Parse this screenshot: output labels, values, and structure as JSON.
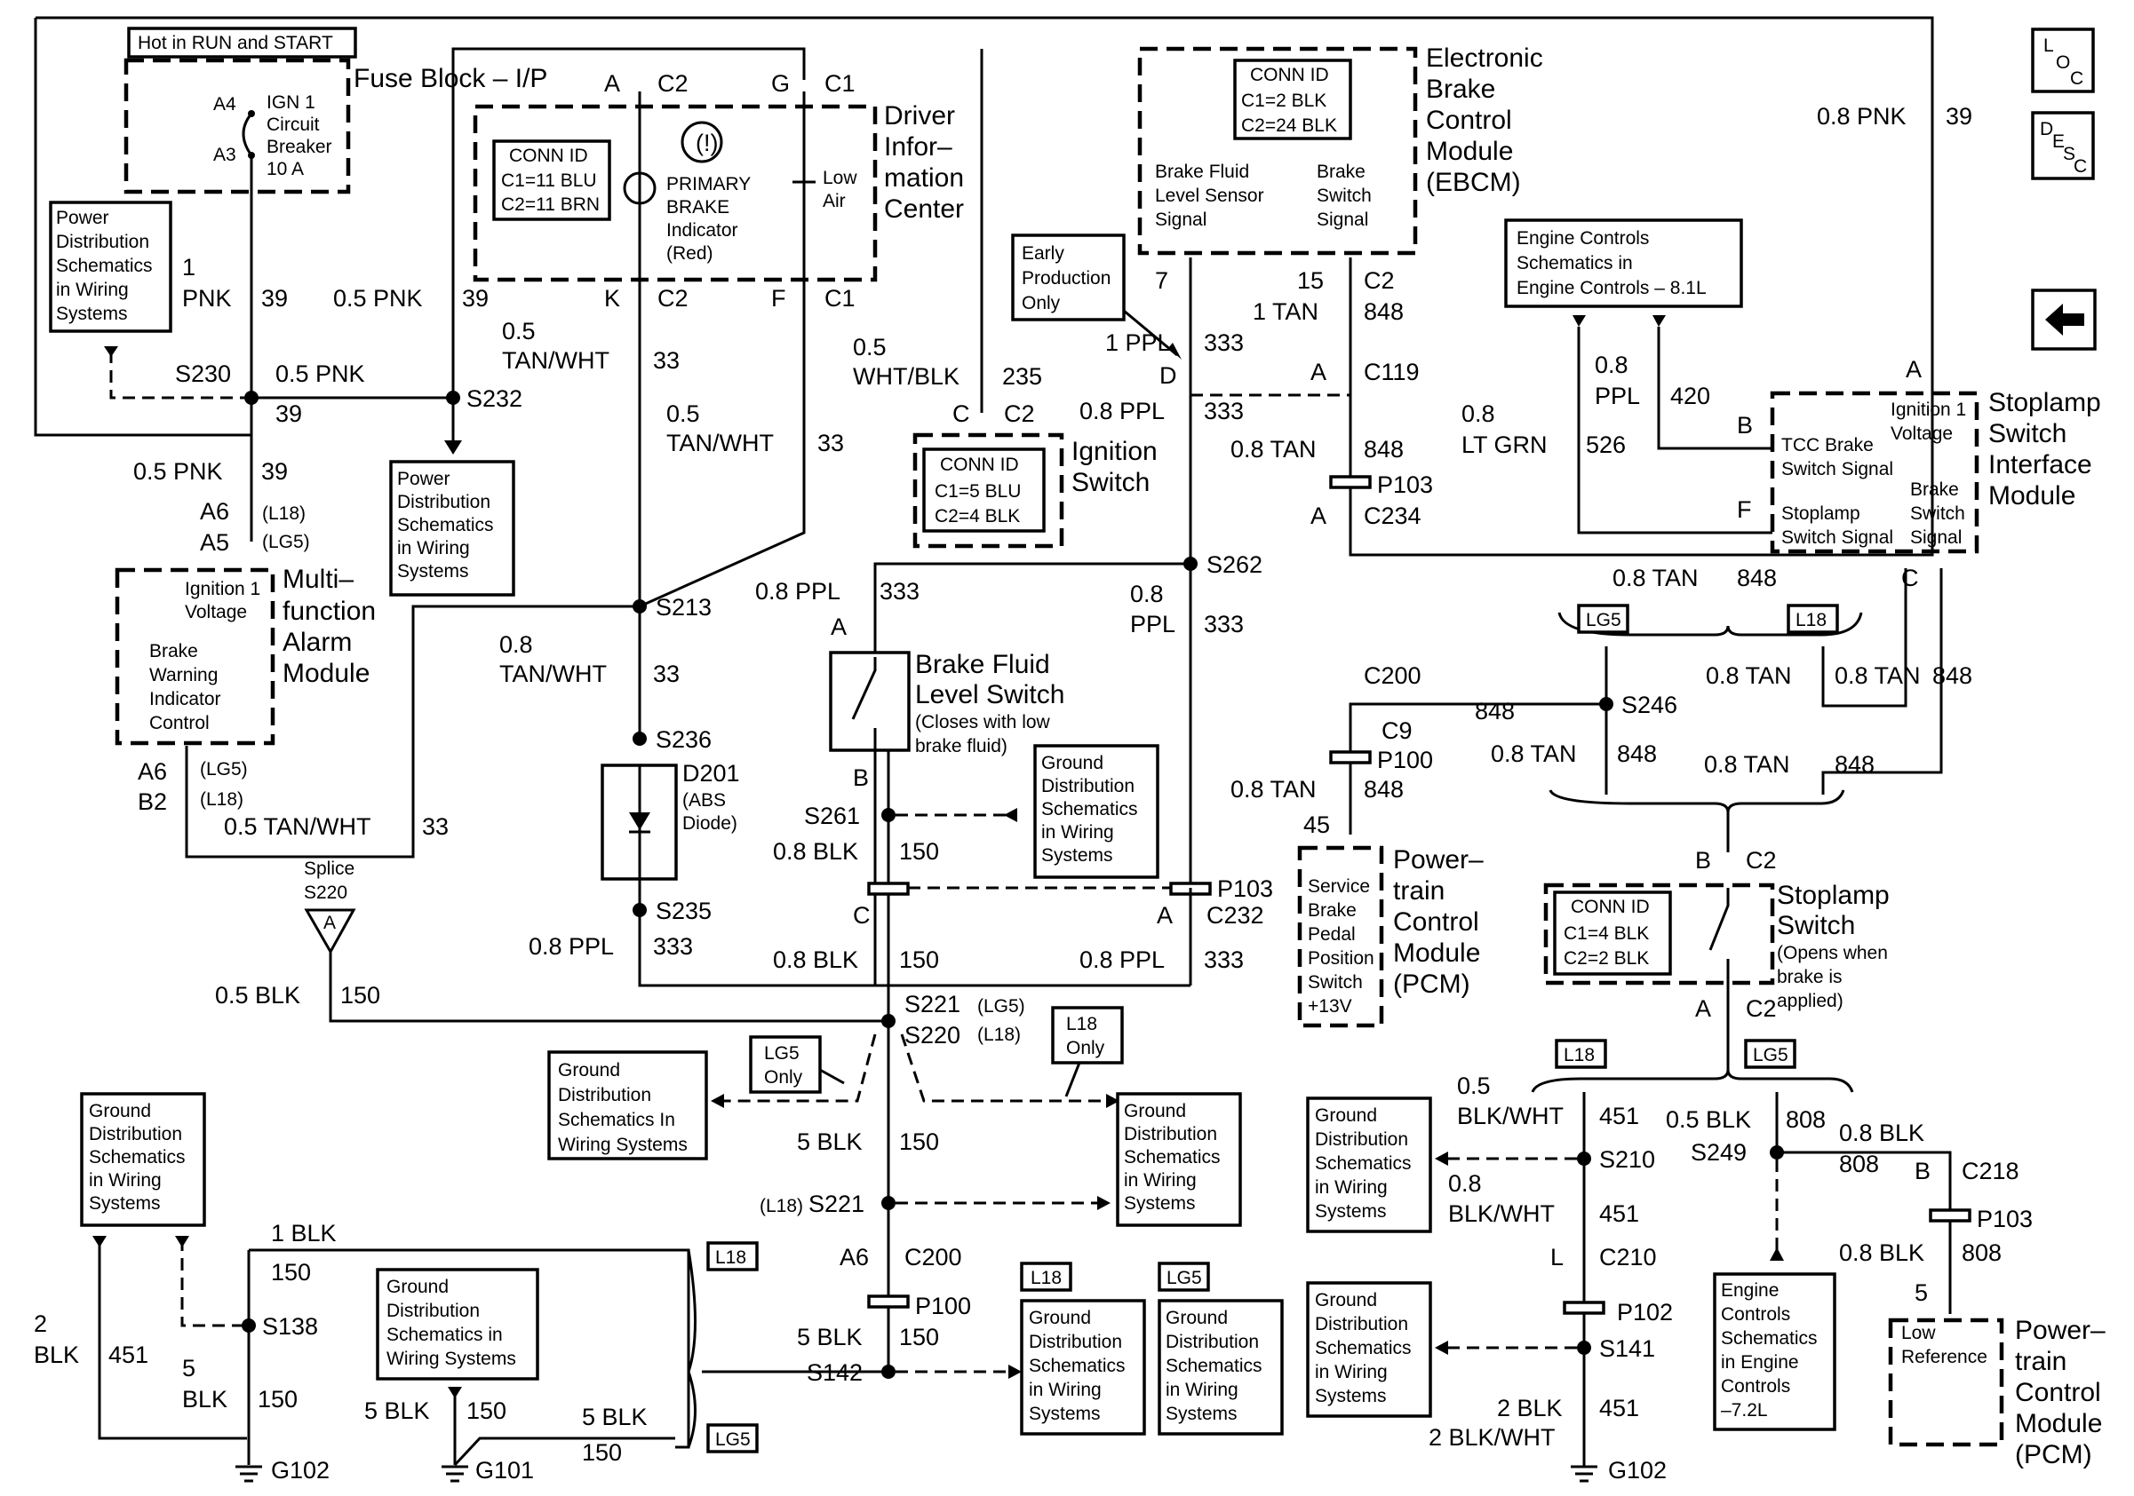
{
  "modules": {
    "fuse_block": {
      "label": "Fuse Block – I/P",
      "hot": "Hot in RUN and START",
      "breaker": [
        "IGN 1",
        "Circuit",
        "Breaker",
        "10 A"
      ],
      "pins": [
        "A4",
        "A3"
      ]
    },
    "dic": {
      "label": [
        "Driver",
        "Infor–",
        "mation",
        "Center"
      ],
      "conn_id": [
        "CONN ID",
        "C1=11 BLU",
        "C2=11 BRN"
      ],
      "indicator": [
        "PRIMARY",
        "BRAKE",
        "Indicator",
        "(Red)"
      ],
      "low_air": [
        "Low",
        "Air"
      ],
      "symbol": "(!)"
    },
    "ebcm": {
      "label": [
        "Electronic",
        "Brake",
        "Control",
        "Module",
        "(EBCM)"
      ],
      "conn_id": [
        "CONN ID",
        "C1=2 BLK",
        "C2=24 BLK"
      ],
      "fluid_signal": [
        "Brake Fluid",
        "Level Sensor",
        "Signal"
      ],
      "switch_signal": [
        "Brake",
        "Switch",
        "Signal"
      ]
    },
    "ignition_switch": {
      "label": [
        "Ignition",
        "Switch"
      ],
      "conn_id": [
        "CONN ID",
        "C1=5 BLU",
        "C2=4 BLK"
      ]
    },
    "stoplamp_interface": {
      "label": [
        "Stoplamp",
        "Switch",
        "Interface",
        "Module"
      ],
      "ign": [
        "Ignition 1",
        "Voltage"
      ],
      "tcc": [
        "TCC Brake",
        "Switch Signal"
      ],
      "stop": [
        "Stoplamp",
        "Switch Signal"
      ],
      "brake": [
        "Brake",
        "Switch",
        "Signal"
      ]
    },
    "mfam": {
      "label": [
        "Multi–",
        "function",
        "Alarm",
        "Module"
      ],
      "ign": [
        "Ignition 1",
        "Voltage"
      ],
      "brake": [
        "Brake",
        "Warning",
        "Indicator",
        "Control"
      ]
    },
    "bfl_switch": {
      "label": [
        "Brake Fluid",
        "Level Switch"
      ],
      "note": [
        "(Closes with low",
        "brake fluid)"
      ]
    },
    "abs_diode": {
      "id": "D201",
      "label": [
        "(ABS",
        "Diode)"
      ]
    },
    "pcm_top": {
      "label": [
        "Power–",
        "train",
        "Control",
        "Module",
        "(PCM)"
      ],
      "inner": [
        "Service",
        "Brake",
        "Pedal",
        "Position",
        "Switch",
        "+13V"
      ]
    },
    "stoplamp_switch": {
      "label": [
        "Stoplamp",
        "Switch"
      ],
      "note": [
        "(Opens when",
        "brake is",
        "applied)"
      ],
      "conn_id": [
        "CONN ID",
        "C1=4 BLK",
        "C2=2 BLK"
      ]
    },
    "pcm_bottom": {
      "label": [
        "Power–",
        "train",
        "Control",
        "Module",
        "(PCM)"
      ],
      "inner": [
        "Low",
        "Reference"
      ]
    }
  },
  "ref_boxes": {
    "power1": [
      "Power",
      "Distribution",
      "Schematics",
      "in Wiring",
      "Systems"
    ],
    "power2": [
      "Power",
      "Distribution",
      "Schematics",
      "in Wiring",
      "Systems"
    ],
    "engine81": [
      "Engine Controls",
      "Schematics in",
      "Engine Controls – 8.1L"
    ],
    "early": [
      "Early",
      "Production",
      "Only"
    ],
    "gnd_s261": [
      "Ground",
      "Distribution",
      "Schematics",
      "in Wiring",
      "Systems"
    ],
    "gnd_lg5_left": [
      "Ground",
      "Distribution",
      "Schematics In",
      "Wiring Systems"
    ],
    "lg5_only": [
      "LG5",
      "Only"
    ],
    "l18_only": [
      "L18",
      "Only"
    ],
    "gnd_l18_right": [
      "Ground",
      "Distribution",
      "Schematics",
      "in Wiring",
      "Systems"
    ],
    "gnd_left": [
      "Ground",
      "Distribution",
      "Schematics",
      "in Wiring",
      "Systems"
    ],
    "gnd_g101": [
      "Ground",
      "Distribution",
      "Schematics in",
      "Wiring Systems"
    ],
    "gnd_l18_b": [
      "Ground",
      "Distribution",
      "Schematics",
      "in Wiring",
      "Systems"
    ],
    "gnd_lg5_b": [
      "Ground",
      "Distribution",
      "Schematics",
      "in Wiring",
      "Systems"
    ],
    "gnd_s210": [
      "Ground",
      "Distribution",
      "Schematics",
      "in Wiring",
      "Systems"
    ],
    "gnd_s141": [
      "Ground",
      "Distribution",
      "Schematics",
      "in Wiring",
      "Systems"
    ],
    "engine72": [
      "Engine",
      "Controls",
      "Schematics",
      "in Engine",
      "Controls",
      "–7.2L"
    ]
  },
  "options": {
    "lg5": "LG5",
    "l18": "L18",
    "lg5_paren": "(LG5)",
    "l18_paren": "(L18)"
  },
  "nav": {
    "loc": [
      "L",
      "O",
      "C"
    ],
    "desc": [
      "D",
      "E",
      "S",
      "C"
    ],
    "back": "back-arrow-icon"
  },
  "connectors": {
    "c2": "C2",
    "c1": "C1",
    "c119": "C119",
    "c234": "C234",
    "c232": "C232",
    "c200": "C200",
    "c9": "C9",
    "c218": "C218",
    "c210": "C210",
    "p103": "P103",
    "p100": "P100",
    "p102": "P102",
    "pin_a": "A",
    "pin_g": "G",
    "pin_k": "K",
    "pin_f": "F",
    "pin_c": "C",
    "pin_d": "D",
    "pin_b": "B",
    "pin_l": "L",
    "pin_7": "7",
    "pin_15": "15",
    "pin_45": "45",
    "pin_5": "5",
    "pin_a6": "A6",
    "pin_a5": "A5",
    "pin_b2": "B2"
  },
  "splices": {
    "s230": "S230",
    "s232": "S232",
    "s213": "S213",
    "s236": "S236",
    "s235": "S235",
    "s261": "S261",
    "s262": "S262",
    "s221": "S221",
    "s220": "S220",
    "s138": "S138",
    "s142": "S142",
    "s246": "S246",
    "s249": "S249",
    "s210": "S210",
    "s141": "S141",
    "splice_word": "Splice",
    "s220_tri": "S220",
    "tri_letter": "A"
  },
  "grounds": {
    "g102": "G102",
    "g101": "G101"
  },
  "wires": {
    "pnk08": "0.8 PNK",
    "pnk05": "0.5 PNK",
    "pnk1": "1",
    "pnk_word": "PNK",
    "n39": "39",
    "tanwht05": "0.5",
    "tanwht": "TAN/WHT",
    "tanwht_full": "0.5 TAN/WHT",
    "tanwht08": "0.8",
    "n33": "33",
    "whtblk05": "0.5",
    "whtblk": "WHT/BLK",
    "n235": "235",
    "ppl1": "1 PPL",
    "ppl08": "0.8 PPL",
    "ppl08a": "0.8",
    "ppl": "PPL",
    "n333": "333",
    "tan1": "1 TAN",
    "tan08": "0.8 TAN",
    "n848": "848",
    "ppl08b": "0.8",
    "n420": "420",
    "ltgrn08": "0.8",
    "ltgrn": "LT GRN",
    "n526": "526",
    "blk08": "0.8 BLK",
    "blk05": "0.5 BLK",
    "blk5": "5 BLK",
    "blk1": "1 BLK",
    "blk2": "2",
    "blk_word": "BLK",
    "blk5a": "5",
    "n150": "150",
    "n451": "451",
    "blkwht05": "0.5",
    "blkwht": "BLK/WHT",
    "blkwht08": "0.8",
    "blk2b": "2 BLK",
    "blkwht2": "2 BLK/WHT",
    "n808": "808"
  }
}
